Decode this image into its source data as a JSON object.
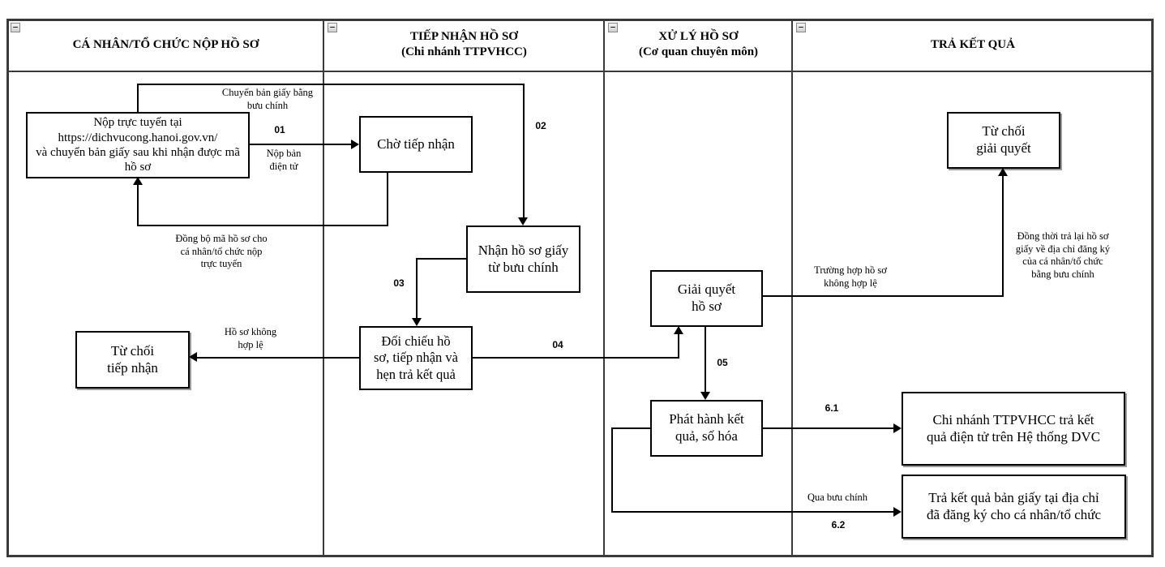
{
  "lanes": [
    {
      "title": "CÁ NHÂN/TỔ CHỨC NỘP HỒ SƠ"
    },
    {
      "title": "TIẾP NHẬN HỒ SƠ",
      "subtitle": "(Chi nhánh TTPVHCC)"
    },
    {
      "title": "XỬ LÝ HỒ SƠ",
      "subtitle": "(Cơ quan chuyên môn)"
    },
    {
      "title": "TRẢ KẾT QUẢ"
    }
  ],
  "icons": {
    "collapse": "−"
  },
  "nodes": {
    "submit_online": "Nộp trực tuyến tại\nhttps://dichvucong.hanoi.gov.vn/\nvà chuyển bản giấy sau khi nhận được mã\nhồ sơ",
    "cho_tiep_nhan": "Chờ tiếp nhận",
    "nhan_ho_so_giay": "Nhận hồ sơ giấy\ntừ bưu chính",
    "doi_chieu": "Đối chiếu hồ\nsơ, tiếp nhận và\nhẹn trả kết quả",
    "tu_choi_tiep_nhan": "Từ chối\ntiếp nhận",
    "giai_quyet": "Giải quyết\nhồ sơ",
    "phat_hanh": "Phát hành kết\nquả, số hóa",
    "tu_choi_giai_quyet": "Từ chối\ngiải quyết",
    "tra_kq_dien_tu": "Chi nhánh TTPVHCC trả kết\nquả điện tử trên Hệ thống DVC",
    "tra_kq_ban_giay": "Trả kết quả bản giấy tại địa chỉ\nđã đăng ký cho cá nhân/tổ chức"
  },
  "edge_labels": {
    "chuyen_ban_giay": "Chuyển bản giấy bằng\nbưu chính",
    "step_01": "01",
    "nop_ban_dien_tu": "Nộp bản\nđiện tử",
    "step_02": "02",
    "dong_bo": "Đồng bộ mã hồ sơ cho\ncá nhân/tổ chức nộp\ntrực tuyến",
    "step_03": "03",
    "ho_so_khong_hop_le": "Hồ sơ không\nhợp lệ",
    "step_04": "04",
    "step_05": "05",
    "truong_hop": "Trường hợp hồ sơ\nkhông hợp lệ",
    "dong_thoi": "Đồng thời trả lại hồ sơ\ngiấy về địa chỉ đăng ký\ncủa cá nhân/tổ chức\nbằng bưu chính",
    "step_61": "6.1",
    "qua_buu_chinh": "Qua bưu chính",
    "step_62": "6.2"
  }
}
